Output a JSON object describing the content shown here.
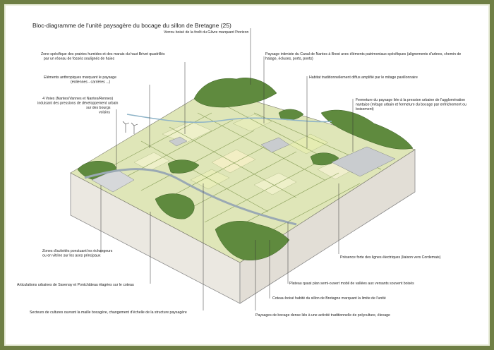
{
  "title": "Bloc-diagramme de l'unité paysagère du bocage du sillon de Bretagne (25)",
  "annotations": [
    {
      "id": "verrou",
      "lines": [
        "Verrou boisé de la forêt du Gâvre marquant l'horizon"
      ]
    },
    {
      "id": "prairies",
      "lines": [
        "Zone spécifique des prairies humides et des marais du haut Brivet quadrillés",
        "par un réseau de fossés soulignés de haies"
      ]
    },
    {
      "id": "canal",
      "lines": [
        "Paysage intimiste du Canal de Nantes à Brest avec éléments patrimoniaux spécifiques (alignements d'arbres, chemin de",
        "halage, écluses, ports, ponts)"
      ]
    },
    {
      "id": "anthropiques",
      "lines": [
        "Eléments anthropiques marquant le paysage",
        "(éoliennes - carrières ...)"
      ]
    },
    {
      "id": "habitat",
      "lines": [
        "Habitat traditionnellement diffus amplifié par le mitage pavillonnaire"
      ]
    },
    {
      "id": "voies",
      "lines": [
        "4 Voies (Nantes/Vannes et Nantes/Rennes)",
        "induisant des pressions de développement urbain",
        "sur des bourgs",
        "voisins"
      ]
    },
    {
      "id": "fermeture",
      "lines": [
        "Fermeture du paysage liée à la pression urbaine de l'agglomération",
        "nantaise (mitage urbain et fermeture du bocage par enfrichement ou",
        "boisement)"
      ]
    },
    {
      "id": "activites",
      "lines": [
        "Zones d'activités ponctuant les échangeurs",
        "ou en vitrine sur les axes principaux"
      ]
    },
    {
      "id": "electriques",
      "lines": [
        "Présence forte des lignes électriques (liaison vers Cordemais)"
      ]
    },
    {
      "id": "articulations",
      "lines": [
        "Articulations urbaines de Savenay et Pontchâteau étagées sur le coteau"
      ]
    },
    {
      "id": "plateau",
      "lines": [
        "Plateau quasi plan semi-ouvert mobil de vallées aux versants souvent boisés"
      ]
    },
    {
      "id": "coteau",
      "lines": [
        "Coteau boisé habité du sillon de Bretagne marquant la limite de l'unité"
      ]
    },
    {
      "id": "cultures",
      "lines": [
        "Secteurs de cultures ouvrant la maille bocagère, changement d'échelle de la structure paysagère"
      ]
    },
    {
      "id": "bocage",
      "lines": [
        "Paysages de bocage dense liés à une activité traditionnelle de polyculture, élevage"
      ]
    }
  ],
  "colors": {
    "frame": "#6f7f45",
    "forest": "#5f8a3e",
    "field": "#dfe6b8",
    "soil_side": "#e9e6df",
    "water": "#8fb4c8"
  }
}
